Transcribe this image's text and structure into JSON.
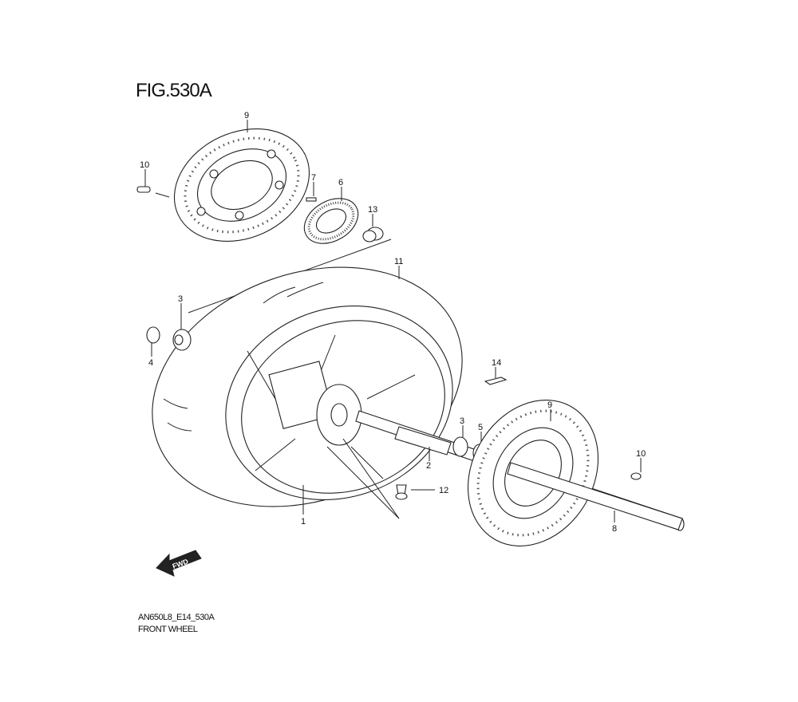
{
  "figure": {
    "title": "FIG.530A",
    "code": "AN650L8_E14_530A",
    "name": "FRONT WHEEL",
    "fwd": "FWD"
  },
  "callouts": {
    "disc_top": "9",
    "bolt_top": "10",
    "screw": "7",
    "sensor_ring": "6",
    "spacer": "13",
    "tire": "11",
    "bearing_left": "3",
    "seal_left": "4",
    "spacer_14": "14",
    "bearing_right": "3",
    "seal_right": "5",
    "axle_spacer": "2",
    "disc_right": "9",
    "bolt_right": "10",
    "valve": "12",
    "wheel": "1",
    "axle": "8"
  }
}
